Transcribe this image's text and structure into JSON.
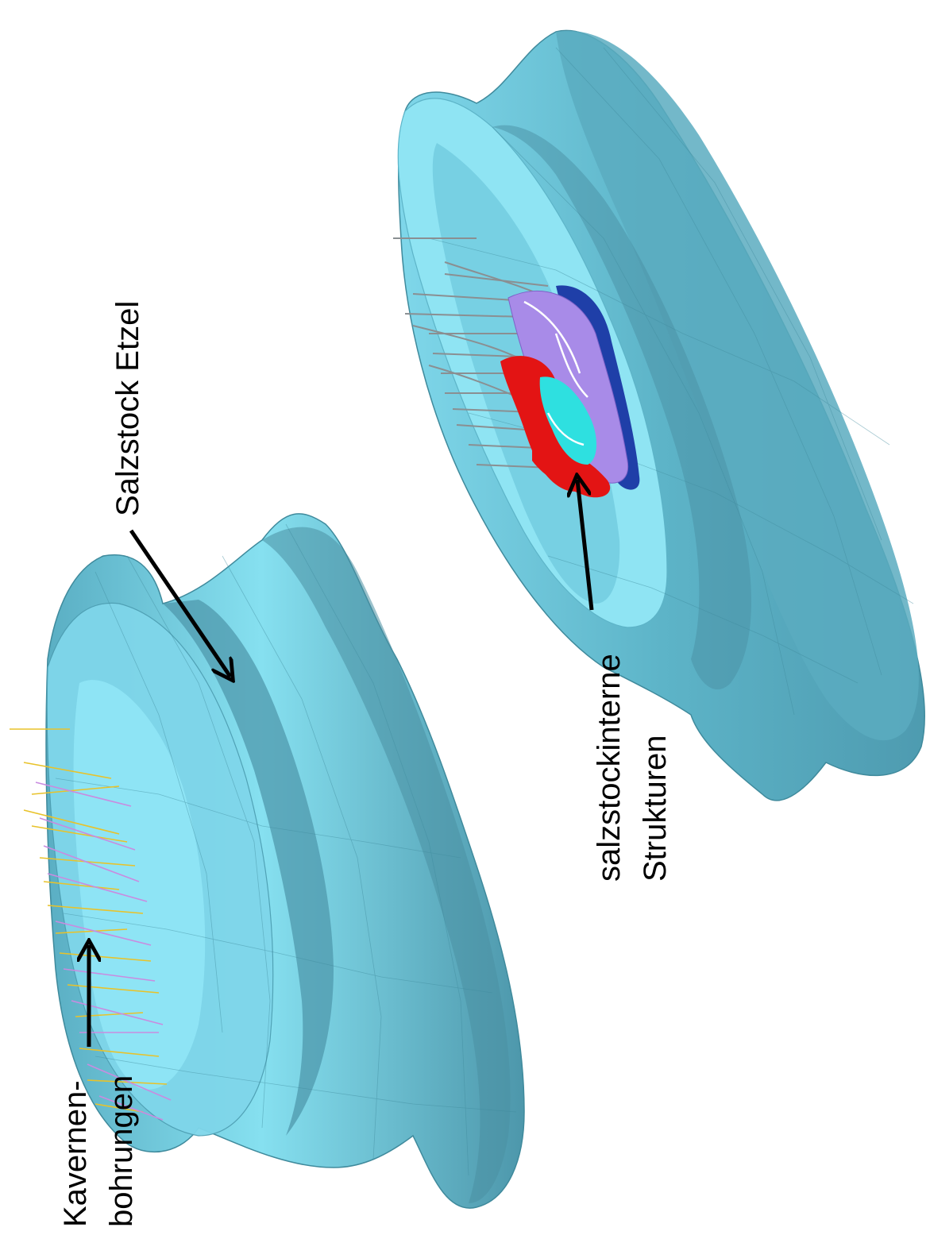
{
  "labels": {
    "salzstock": "Salzstock Etzel",
    "kavernen_line1": "Kavernen-",
    "kavernen_line2": "bohrungen",
    "intern_line1": "salzstockinterne",
    "intern_line2": "Strukturen"
  },
  "colors": {
    "background": "#ffffff",
    "salt_dome": "#62b8cc",
    "salt_dome_light": "#86e3f3",
    "salt_dome_dark": "#4a90a3",
    "red_structure": "#e31414",
    "violet_structure": "#a88be8",
    "cyan_structure": "#2ee0e0",
    "blue_structure": "#1f3fa8",
    "boreholes_yellow": "#e8c22a",
    "boreholes_pink": "#c98be0",
    "boreholes_gray": "#8a8f92",
    "arrow": "#000000",
    "text": "#000000"
  }
}
